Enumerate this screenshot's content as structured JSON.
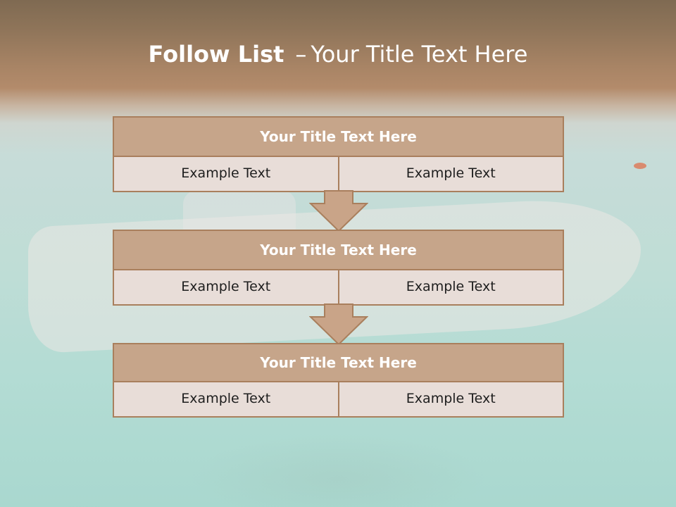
{
  "slide": {
    "title_bold": "Follow List",
    "title_sep": "–",
    "title_rest": "Your Title Text Here"
  },
  "blocks": [
    {
      "title": "Your Title Text Here",
      "left": "Example Text",
      "right": "Example Text"
    },
    {
      "title": "Your Title Text Here",
      "left": "Example Text",
      "right": "Example Text"
    },
    {
      "title": "Your Title Text Here",
      "left": "Example Text",
      "right": "Example Text"
    }
  ],
  "colors": {
    "header_fill": "#c6a58a",
    "border": "#a97f5d",
    "cell_fill": "#e8ddd8",
    "arrow_fill": "#c9a488"
  }
}
